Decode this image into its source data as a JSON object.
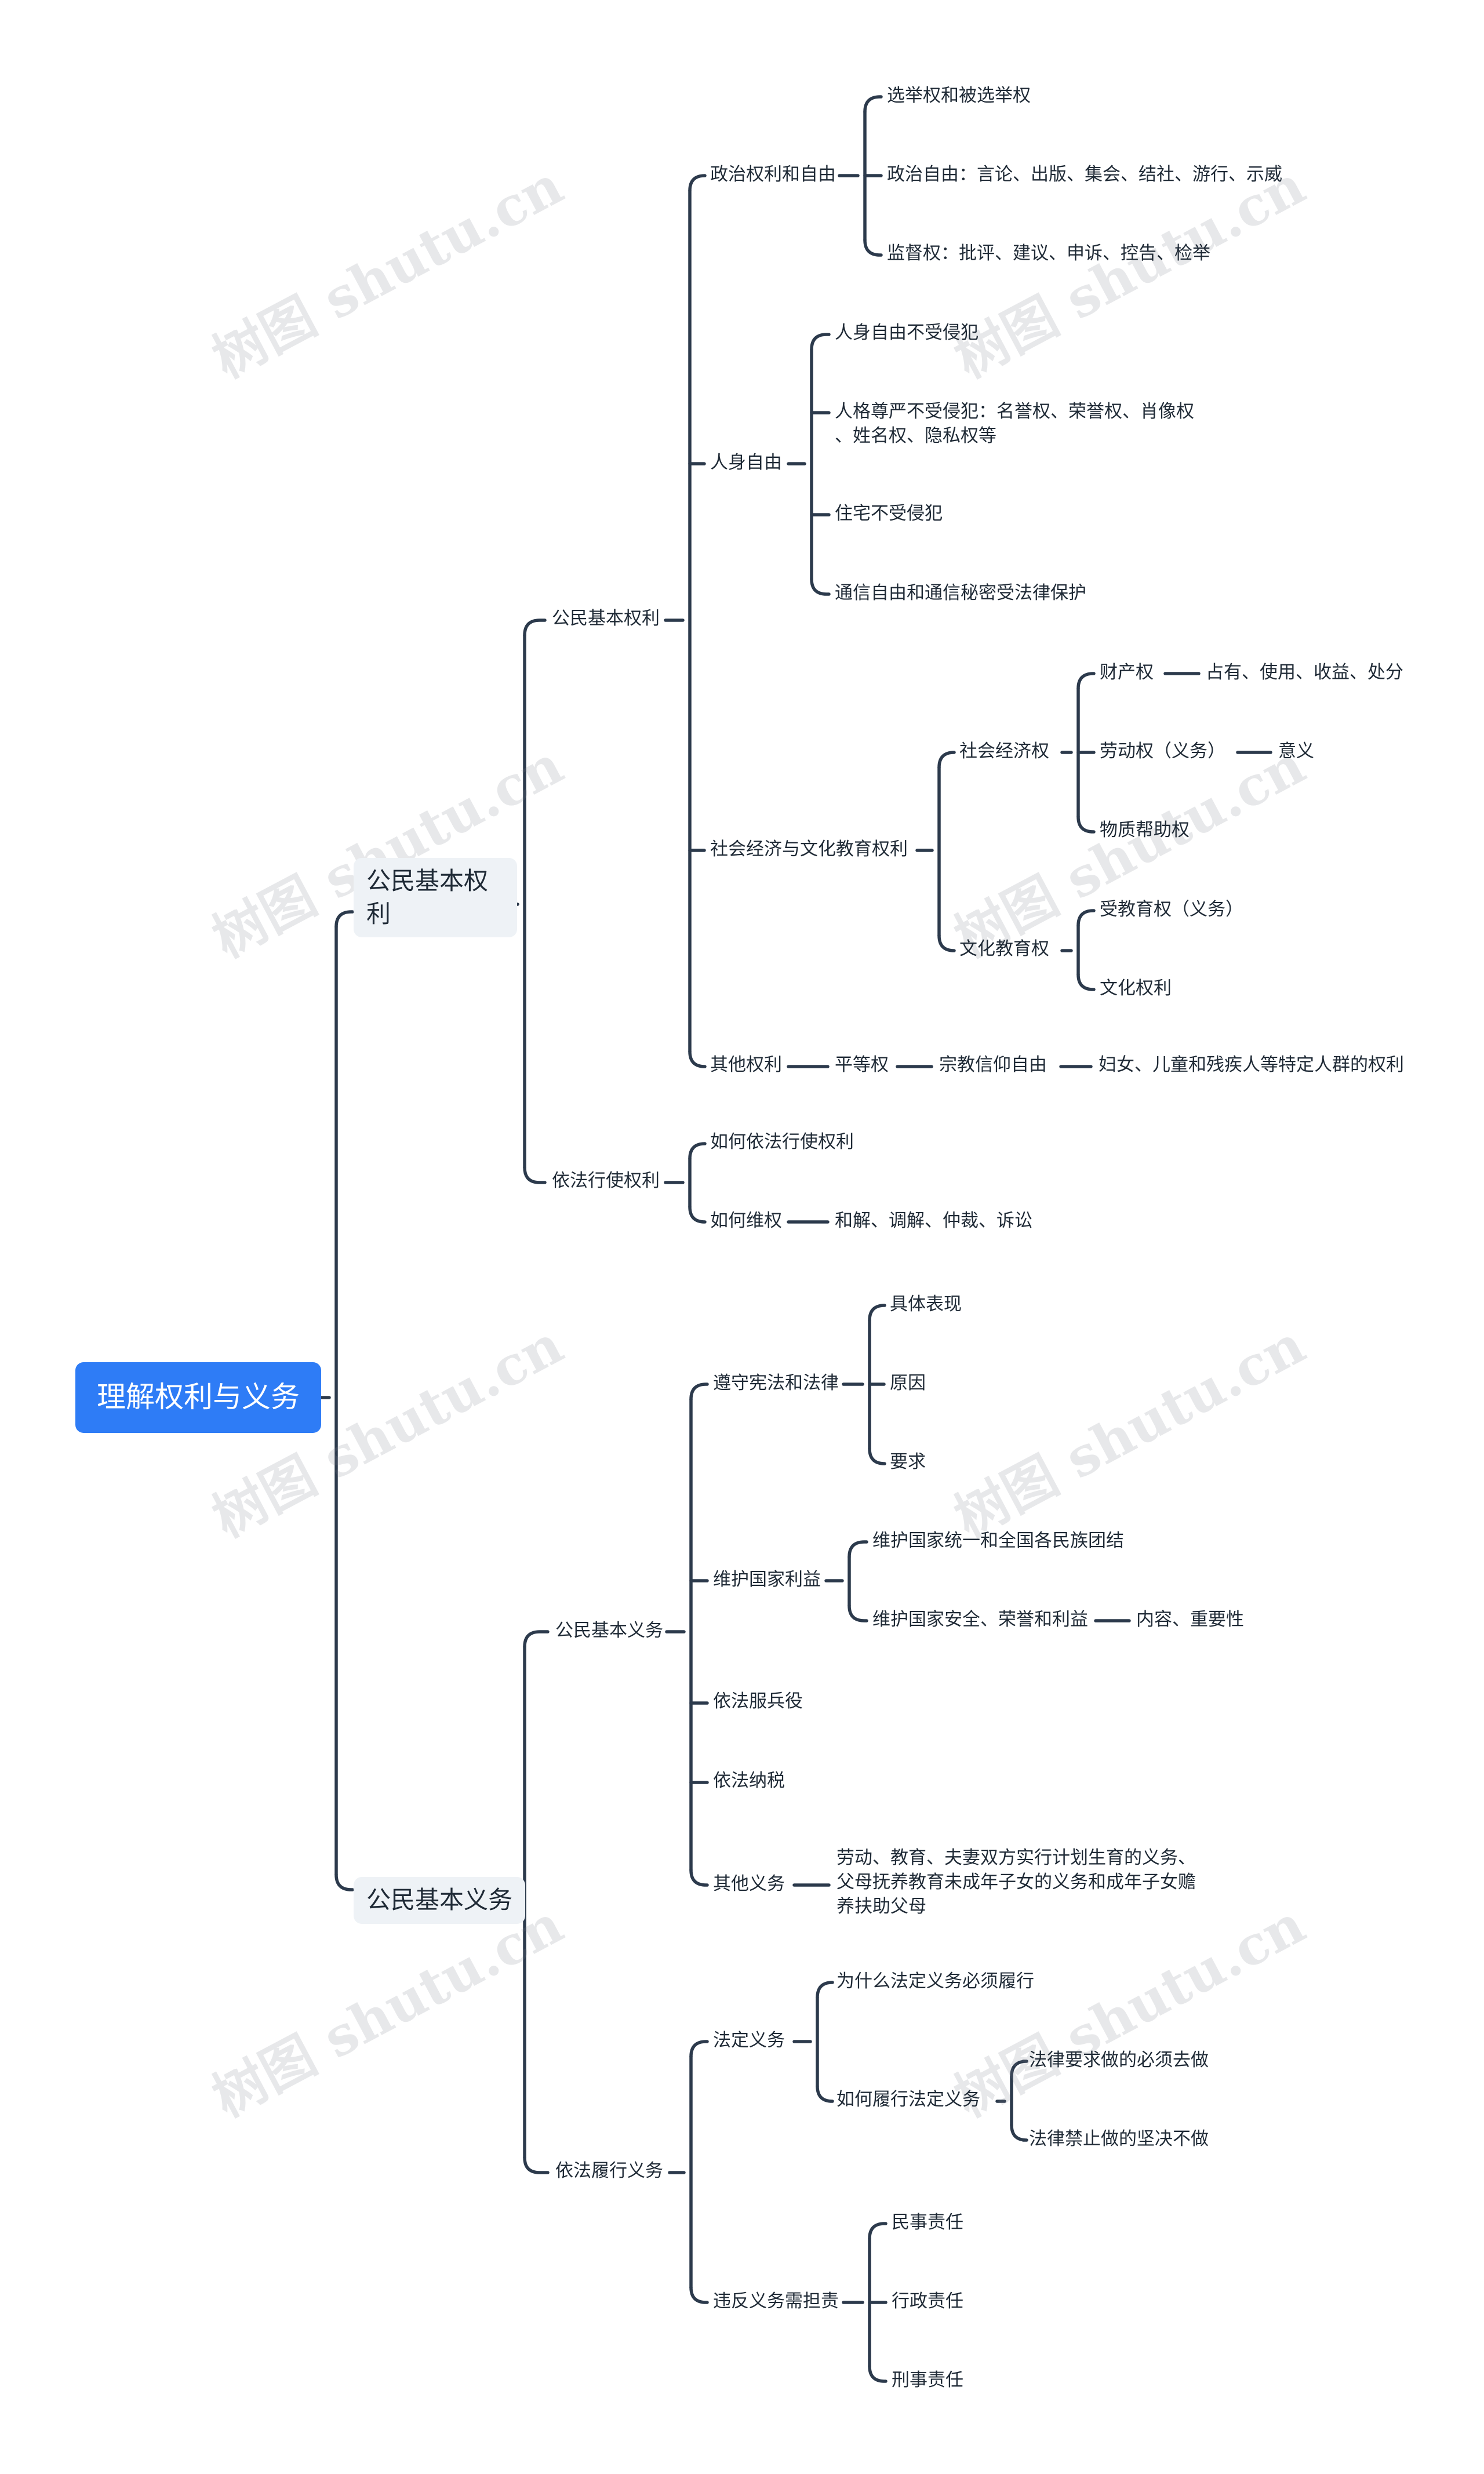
{
  "root": "理解权利与义务",
  "watermark": "树图 shutu.cn",
  "rights": {
    "title_line1": "公民基本权",
    "title_line2": "利",
    "basic": "公民基本权利",
    "political": "政治权利和自由",
    "vote": "选举权和被选举权",
    "pol_freedom": "政治自由：言论、出版、集会、结社、游行、示威",
    "supervise": "监督权：批评、建议、申诉、控告、检举",
    "personal": "人身自由",
    "body_free": "人身自由不受侵犯",
    "dignity_1": "人格尊严不受侵犯：名誉权、荣誉权、肖像权",
    "dignity_2": "、姓名权、隐私权等",
    "home": "住宅不受侵犯",
    "comm": "通信自由和通信秘密受法律保护",
    "socio": "社会经济与文化教育权利",
    "socio_econ": "社会经济权",
    "property": "财产权",
    "property_detail": "占有、使用、收益、处分",
    "labor": "劳动权（义务）",
    "labor_detail": "意义",
    "material": "物质帮助权",
    "culture_edu": "文化教育权",
    "education": "受教育权（义务）",
    "culture": "文化权利",
    "other": "其他权利",
    "equality": "平等权",
    "religion": "宗教信仰自由",
    "special": "妇女、儿童和残疾人等特定人群的权利",
    "exercise": "依法行使权利",
    "how_exercise": "如何依法行使权利",
    "how_protect": "如何维权",
    "protect_detail": "和解、调解、仲裁、诉讼"
  },
  "duties": {
    "title": "公民基本义务",
    "basic": "公民基本义务",
    "obey": "遵守宪法和法律",
    "obey_show": "具体表现",
    "obey_reason": "原因",
    "obey_req": "要求",
    "nation": "维护国家利益",
    "unity": "维护国家统一和全国各民族团结",
    "security": "维护国家安全、荣誉和利益",
    "security_detail": "内容、重要性",
    "military": "依法服兵役",
    "tax": "依法纳税",
    "other": "其他义务",
    "other_1": "劳动、教育、夫妻双方实行计划生育的义务、",
    "other_2": "父母抚养教育未成年子女的义务和成年子女赡",
    "other_3": "养扶助父母",
    "perform": "依法履行义务",
    "legal": "法定义务",
    "why": "为什么法定义务必须履行",
    "how": "如何履行法定义务",
    "must": "法律要求做的必须去做",
    "forbid": "法律禁止做的坚决不做",
    "violate": "违反义务需担责",
    "civil": "民事责任",
    "admin": "行政责任",
    "criminal": "刑事责任"
  }
}
